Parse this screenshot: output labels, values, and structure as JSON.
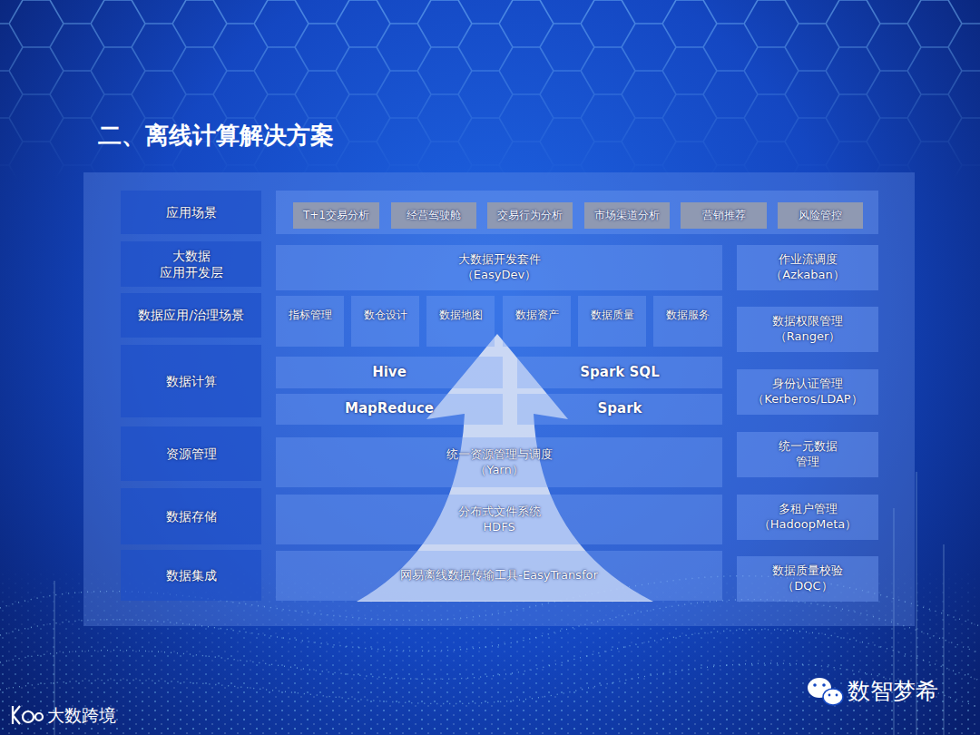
{
  "diagram": {
    "title": "二、离线计算解决方案",
    "nodes": [
      {
        "text": [
          "应用场景"
        ]
      },
      {
        "text": [
          "T+1交易分析"
        ]
      },
      {
        "text": [
          "经营驾驶舱"
        ]
      },
      {
        "text": [
          "交易行为分析"
        ]
      },
      {
        "text": [
          "市场渠道分析"
        ]
      },
      {
        "text": [
          "营销推荐"
        ]
      },
      {
        "text": [
          "风险管控"
        ]
      },
      {
        "text": [
          "大数据 应用开发层"
        ]
      },
      {
        "text": [
          "大数据开发套件 （EasyDev）"
        ]
      },
      {
        "text": [
          "作业流调度 （Azkaban）"
        ]
      },
      {
        "text": [
          "数据应用/治理场景"
        ]
      },
      {
        "text": [
          "指标管理"
        ]
      },
      {
        "text": [
          "数仓设计"
        ]
      },
      {
        "text": [
          "数据地图"
        ]
      },
      {
        "text": [
          "数据资产"
        ]
      },
      {
        "text": [
          "数据质量"
        ]
      },
      {
        "text": [
          "数据服务"
        ]
      },
      {
        "text": [
          "数据权限管理 （Ranger）"
        ]
      },
      {
        "text": [
          "数据计算"
        ]
      },
      {
        "text": [
          "Hive"
        ]
      },
      {
        "text": [
          "Spark SQL"
        ]
      },
      {
        "text": [
          "MapReduce"
        ]
      },
      {
        "text": [
          "Spark"
        ]
      },
      {
        "text": [
          "身份认证管理 （Kerberos/LDAP）"
        ]
      },
      {
        "text": [
          "资源管理"
        ]
      },
      {
        "text": [
          "统一资源管理与调度 （Yarn）"
        ]
      },
      {
        "text": [
          "统一元数据 管理"
        ]
      },
      {
        "text": [
          "数据存储"
        ]
      },
      {
        "text": [
          "分布式文件系统 HDFS"
        ]
      },
      {
        "text": [
          "多租户管理 （HadoopMeta）"
        ]
      },
      {
        "text": [
          "数据集成"
        ]
      },
      {
        "text": [
          "网易离线数据传输工具-EasyTransfor"
        ]
      },
      {
        "text": [
          "数据质量校验 （DQC）"
        ]
      }
    ],
    "labels": [
      "大数跨境",
      "数智梦希"
    ]
  }
}
